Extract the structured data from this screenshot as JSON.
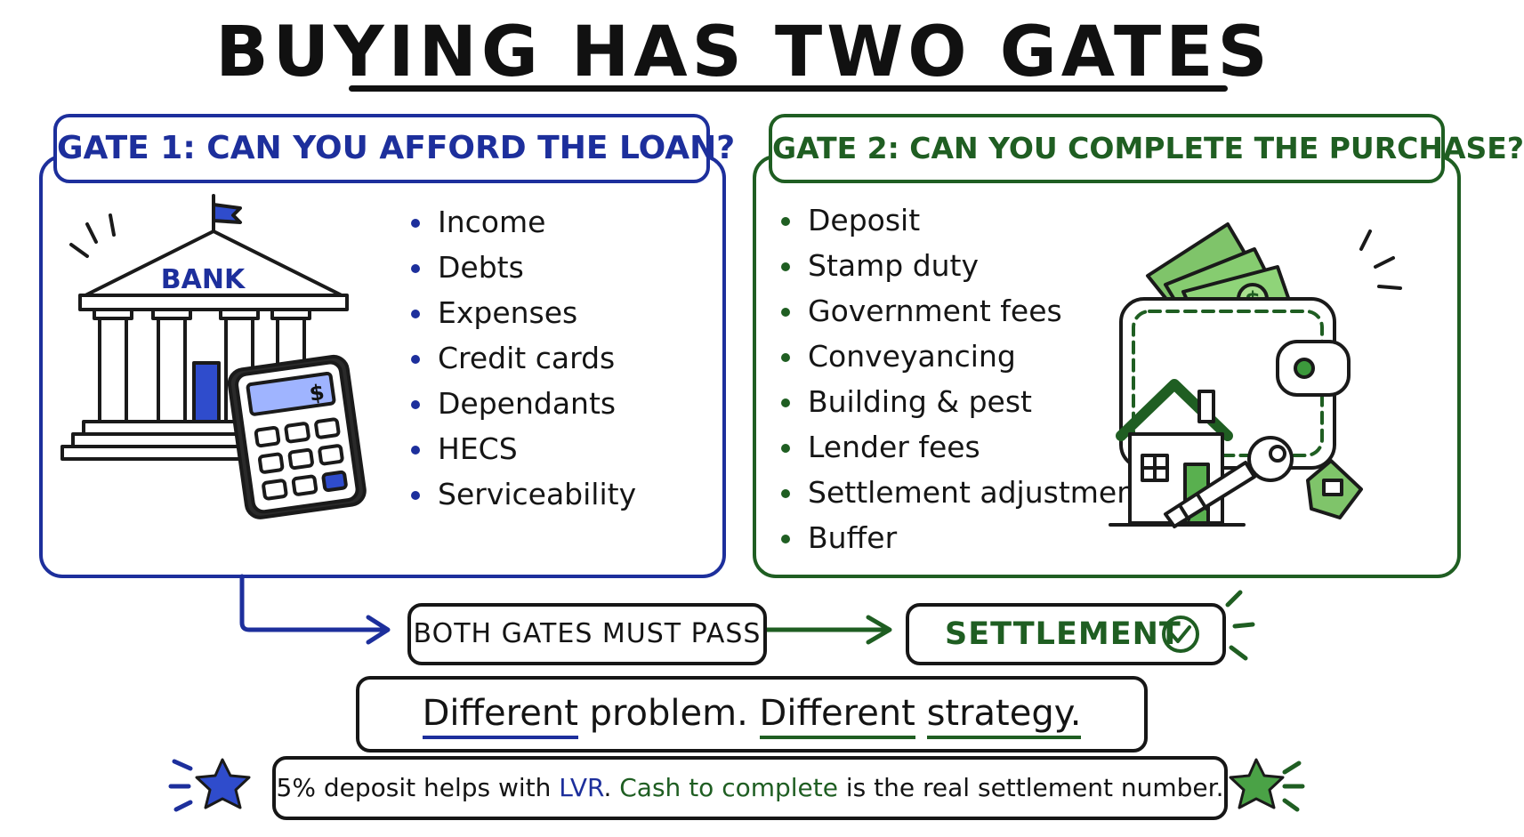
{
  "title": "BUYING HAS TWO GATES",
  "gate1": {
    "heading": "GATE 1: CAN YOU AFFORD THE LOAN?",
    "bank_label": "BANK",
    "calculator_symbol": "$",
    "items": [
      "Income",
      "Debts",
      "Expenses",
      "Credit cards",
      "Dependants",
      "HECS",
      "Serviceability"
    ],
    "color": "#1d2f9c"
  },
  "gate2": {
    "heading": "GATE 2: CAN YOU COMPLETE THE PURCHASE?",
    "cash_symbol": "$",
    "items": [
      "Deposit",
      "Stamp duty",
      "Government fees",
      "Conveyancing",
      "Building & pest",
      "Lender fees",
      "Settlement adjustments",
      "Buffer"
    ],
    "color": "#1f5e22"
  },
  "flow": {
    "both_label": "BOTH GATES MUST PASS",
    "settlement_label": "SETTLEMENT",
    "settlement_icon": "check-circle-icon"
  },
  "tagline": {
    "word1": "Different",
    "word2": "problem.",
    "word3": "Different",
    "word4": "strategy."
  },
  "note": {
    "part1": "5% deposit helps with",
    "lvr": "LVR",
    "part2": ".",
    "cash": "Cash to complete",
    "part3": "is the real settlement number."
  },
  "icons": [
    "bank-icon",
    "calculator-icon",
    "wallet-icon",
    "house-icon",
    "key-icon",
    "star-icon"
  ]
}
